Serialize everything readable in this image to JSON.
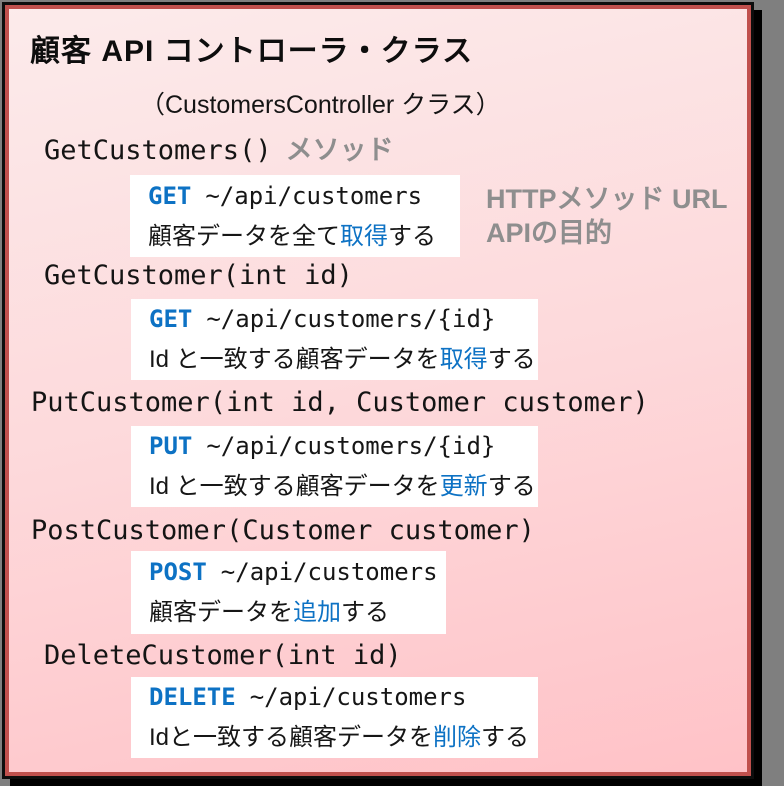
{
  "title": "顧客 API コントローラ・クラス",
  "subtitle": "（CustomersController クラス）",
  "method_suffix_label": "メソッド",
  "legend": {
    "line1": "HTTPメソッド URL",
    "line2": "APIの目的"
  },
  "methods": [
    {
      "signature": "GetCustomers()",
      "verb": "GET",
      "url": "~/api/customers",
      "desc_pre": "顧客データを全て",
      "desc_key": "取得",
      "desc_post": "する"
    },
    {
      "signature": "GetCustomer(int id)",
      "verb": "GET",
      "url": "~/api/customers/{id}",
      "desc_pre": "Id と一致する顧客データを",
      "desc_key": "取得",
      "desc_post": "する"
    },
    {
      "signature": "PutCustomer(int id, Customer customer)",
      "verb": "PUT",
      "url": "~/api/customers/{id}",
      "desc_pre": "Id と一致する顧客データを",
      "desc_key": "更新",
      "desc_post": "する"
    },
    {
      "signature": "PostCustomer(Customer customer)",
      "verb": "POST",
      "url": "~/api/customers",
      "desc_pre": "顧客データを",
      "desc_key": "追加",
      "desc_post": "する"
    },
    {
      "signature": "DeleteCustomer(int id)",
      "verb": "DELETE",
      "url": "~/api/customers",
      "desc_pre": "Idと一致する顧客データを",
      "desc_key": "削除",
      "desc_post": "する"
    }
  ],
  "colors": {
    "accent_blue": "#0d72c4",
    "border_red": "#c0504d",
    "label_gray": "#8e8e8e",
    "card_pink_top": "#fcebeb",
    "card_pink_bottom": "#ffc2c7",
    "page_background": "#7f7f7f"
  }
}
